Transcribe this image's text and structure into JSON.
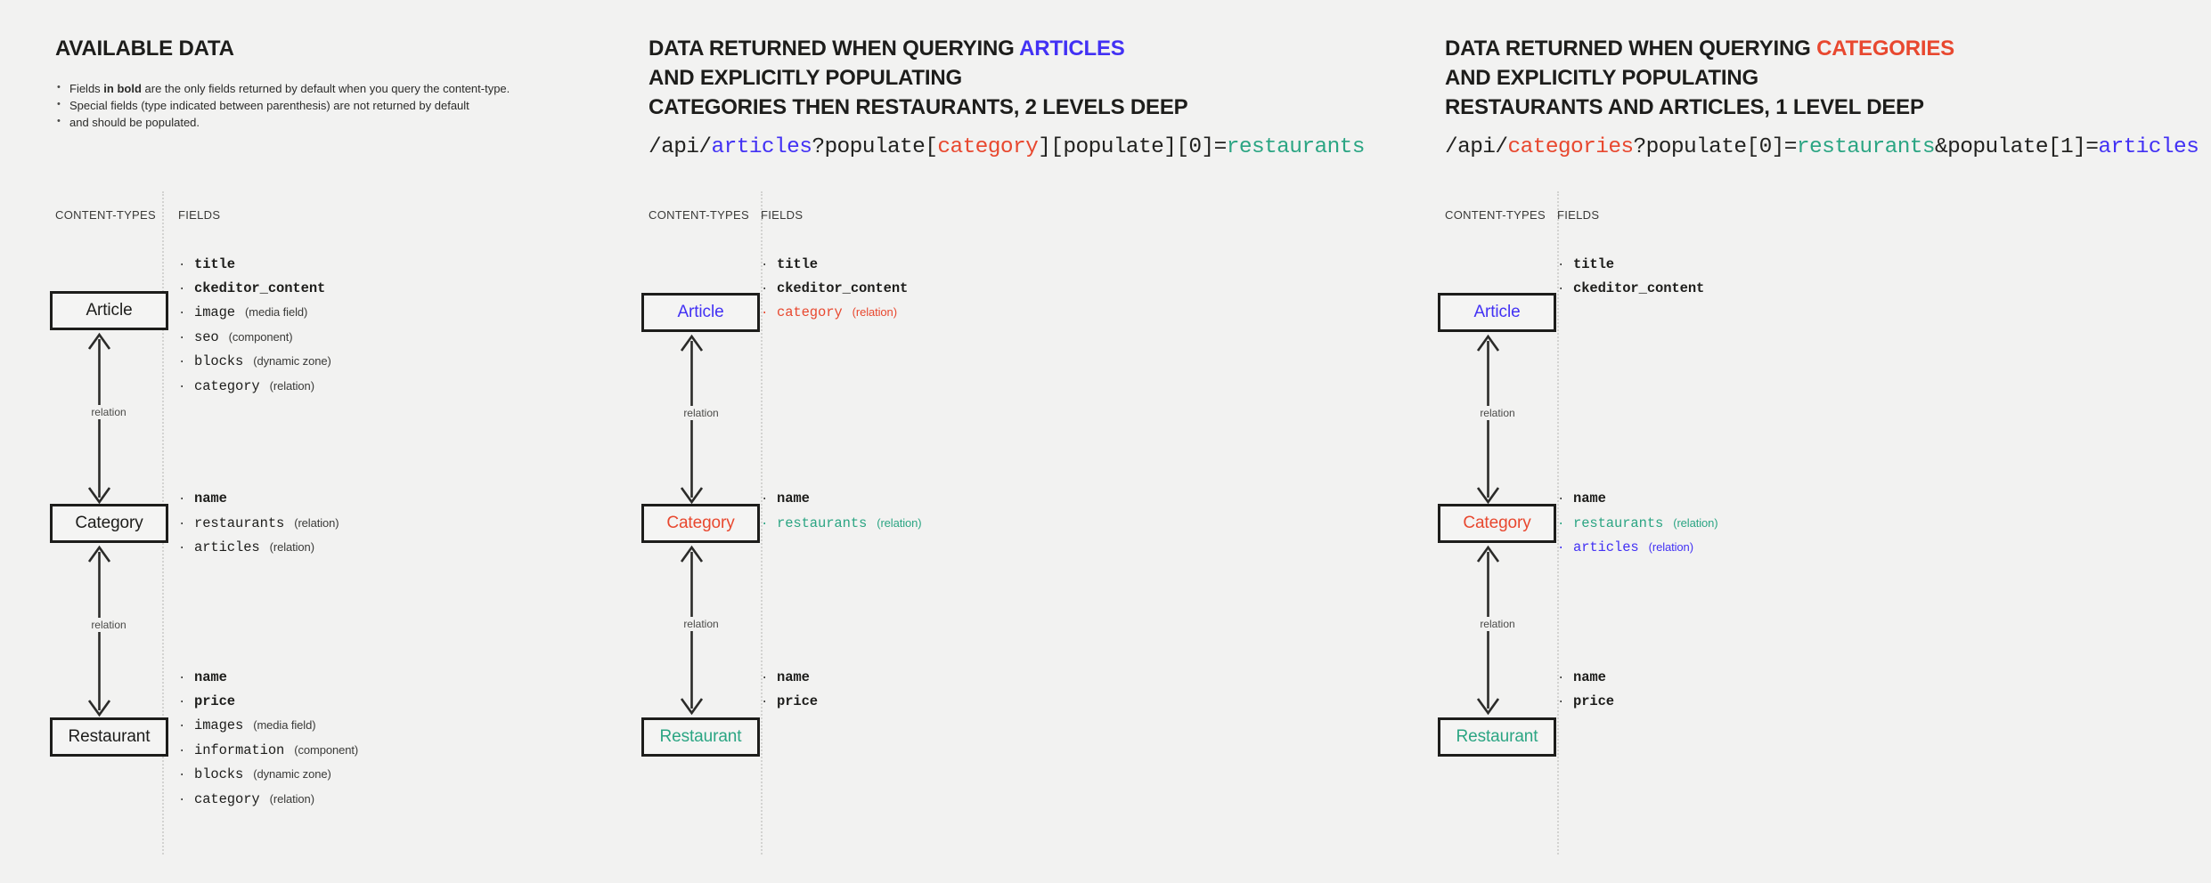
{
  "colors": {
    "background": "#f2f2f1",
    "ink": "#1d1d1b",
    "blue": "#4231f4",
    "orange": "#e8482f",
    "green": "#2ba583",
    "muted": "#3a3a38"
  },
  "panels": {
    "available": {
      "title": "AVAILABLE DATA",
      "notes": [
        {
          "prefix": "Fields ",
          "bold": "in bold",
          "suffix": " are the only fields returned by default when you query the content-type."
        },
        {
          "prefix": "Special fields (type indicated between parenthesis) are not returned by default",
          "bold": "",
          "suffix": ""
        },
        {
          "prefix": "and should be populated.",
          "bold": "",
          "suffix": ""
        }
      ],
      "col_contenttypes": "CONTENT-TYPES",
      "col_fields": "FIELDS",
      "relation_label": "relation",
      "nodes": [
        {
          "name": "Article",
          "color": "ink",
          "fields": [
            {
              "name": "title",
              "type": "",
              "bold": true,
              "color": "ink"
            },
            {
              "name": "ckeditor_content",
              "type": "",
              "bold": true,
              "color": "ink"
            },
            {
              "name": "image",
              "type": "(media field)",
              "bold": false,
              "color": "ink"
            },
            {
              "name": "seo",
              "type": "(component)",
              "bold": false,
              "color": "ink"
            },
            {
              "name": "blocks",
              "type": "(dynamic zone)",
              "bold": false,
              "color": "ink"
            },
            {
              "name": "category",
              "type": "(relation)",
              "bold": false,
              "color": "ink"
            }
          ]
        },
        {
          "name": "Category",
          "color": "ink",
          "fields": [
            {
              "name": "name",
              "type": "",
              "bold": true,
              "color": "ink"
            },
            {
              "name": "restaurants",
              "type": "(relation)",
              "bold": false,
              "color": "ink"
            },
            {
              "name": "articles",
              "type": "(relation)",
              "bold": false,
              "color": "ink"
            }
          ]
        },
        {
          "name": "Restaurant",
          "color": "ink",
          "fields": [
            {
              "name": "name",
              "type": "",
              "bold": true,
              "color": "ink"
            },
            {
              "name": "price",
              "type": "",
              "bold": true,
              "color": "ink"
            },
            {
              "name": "images",
              "type": "(media field)",
              "bold": false,
              "color": "ink"
            },
            {
              "name": "information",
              "type": "(component)",
              "bold": false,
              "color": "ink"
            },
            {
              "name": "blocks",
              "type": "(dynamic zone)",
              "bold": false,
              "color": "ink"
            },
            {
              "name": "category",
              "type": "(relation)",
              "bold": false,
              "color": "ink"
            }
          ]
        }
      ]
    },
    "articles": {
      "title_line1_pre": "DATA RETURNED WHEN QUERYING ",
      "title_line1_hl": "ARTICLES",
      "title_line2": "AND EXPLICITLY POPULATING",
      "title_line3": "CATEGORIES THEN RESTAURANTS, 2 LEVELS DEEP",
      "endpoint_parts": [
        {
          "text": "/api/",
          "color": "ink"
        },
        {
          "text": "articles",
          "color": "blue"
        },
        {
          "text": "?populate[",
          "color": "ink"
        },
        {
          "text": "category",
          "color": "orange"
        },
        {
          "text": "][populate][0]=",
          "color": "ink"
        },
        {
          "text": "restaurants",
          "color": "green"
        }
      ],
      "col_contenttypes": "CONTENT-TYPES",
      "col_fields": "FIELDS",
      "relation_label": "relation",
      "nodes": [
        {
          "name": "Article",
          "color": "blue",
          "fields": [
            {
              "name": "title",
              "type": "",
              "bold": true,
              "color": "ink"
            },
            {
              "name": "ckeditor_content",
              "type": "",
              "bold": true,
              "color": "ink"
            },
            {
              "name": "category",
              "type": "(relation)",
              "bold": false,
              "color": "orange"
            }
          ]
        },
        {
          "name": "Category",
          "color": "orange",
          "fields": [
            {
              "name": "name",
              "type": "",
              "bold": true,
              "color": "ink"
            },
            {
              "name": "restaurants",
              "type": "(relation)",
              "bold": false,
              "color": "green"
            }
          ]
        },
        {
          "name": "Restaurant",
          "color": "green",
          "fields": [
            {
              "name": "name",
              "type": "",
              "bold": true,
              "color": "ink"
            },
            {
              "name": "price",
              "type": "",
              "bold": true,
              "color": "ink"
            }
          ]
        }
      ]
    },
    "categories": {
      "title_line1_pre": "DATA RETURNED WHEN QUERYING ",
      "title_line1_hl": "CATEGORIES",
      "title_line2": "AND EXPLICITLY POPULATING",
      "title_line3": "RESTAURANTS AND ARTICLES, 1 LEVEL DEEP",
      "endpoint_parts": [
        {
          "text": "/api/",
          "color": "ink"
        },
        {
          "text": "categories",
          "color": "orange"
        },
        {
          "text": "?populate[0]=",
          "color": "ink"
        },
        {
          "text": "restaurants",
          "color": "green"
        },
        {
          "text": "&populate[1]=",
          "color": "ink"
        },
        {
          "text": "articles",
          "color": "blue"
        }
      ],
      "col_contenttypes": "CONTENT-TYPES",
      "col_fields": "FIELDS",
      "relation_label": "relation",
      "nodes": [
        {
          "name": "Article",
          "color": "blue",
          "fields": [
            {
              "name": "title",
              "type": "",
              "bold": true,
              "color": "ink"
            },
            {
              "name": "ckeditor_content",
              "type": "",
              "bold": true,
              "color": "ink"
            }
          ]
        },
        {
          "name": "Category",
          "color": "orange",
          "fields": [
            {
              "name": "name",
              "type": "",
              "bold": true,
              "color": "ink"
            },
            {
              "name": "restaurants",
              "type": "(relation)",
              "bold": false,
              "color": "green"
            },
            {
              "name": "articles",
              "type": "(relation)",
              "bold": false,
              "color": "blue"
            }
          ]
        },
        {
          "name": "Restaurant",
          "color": "green",
          "fields": [
            {
              "name": "name",
              "type": "",
              "bold": true,
              "color": "ink"
            },
            {
              "name": "price",
              "type": "",
              "bold": true,
              "color": "ink"
            }
          ]
        }
      ]
    }
  }
}
